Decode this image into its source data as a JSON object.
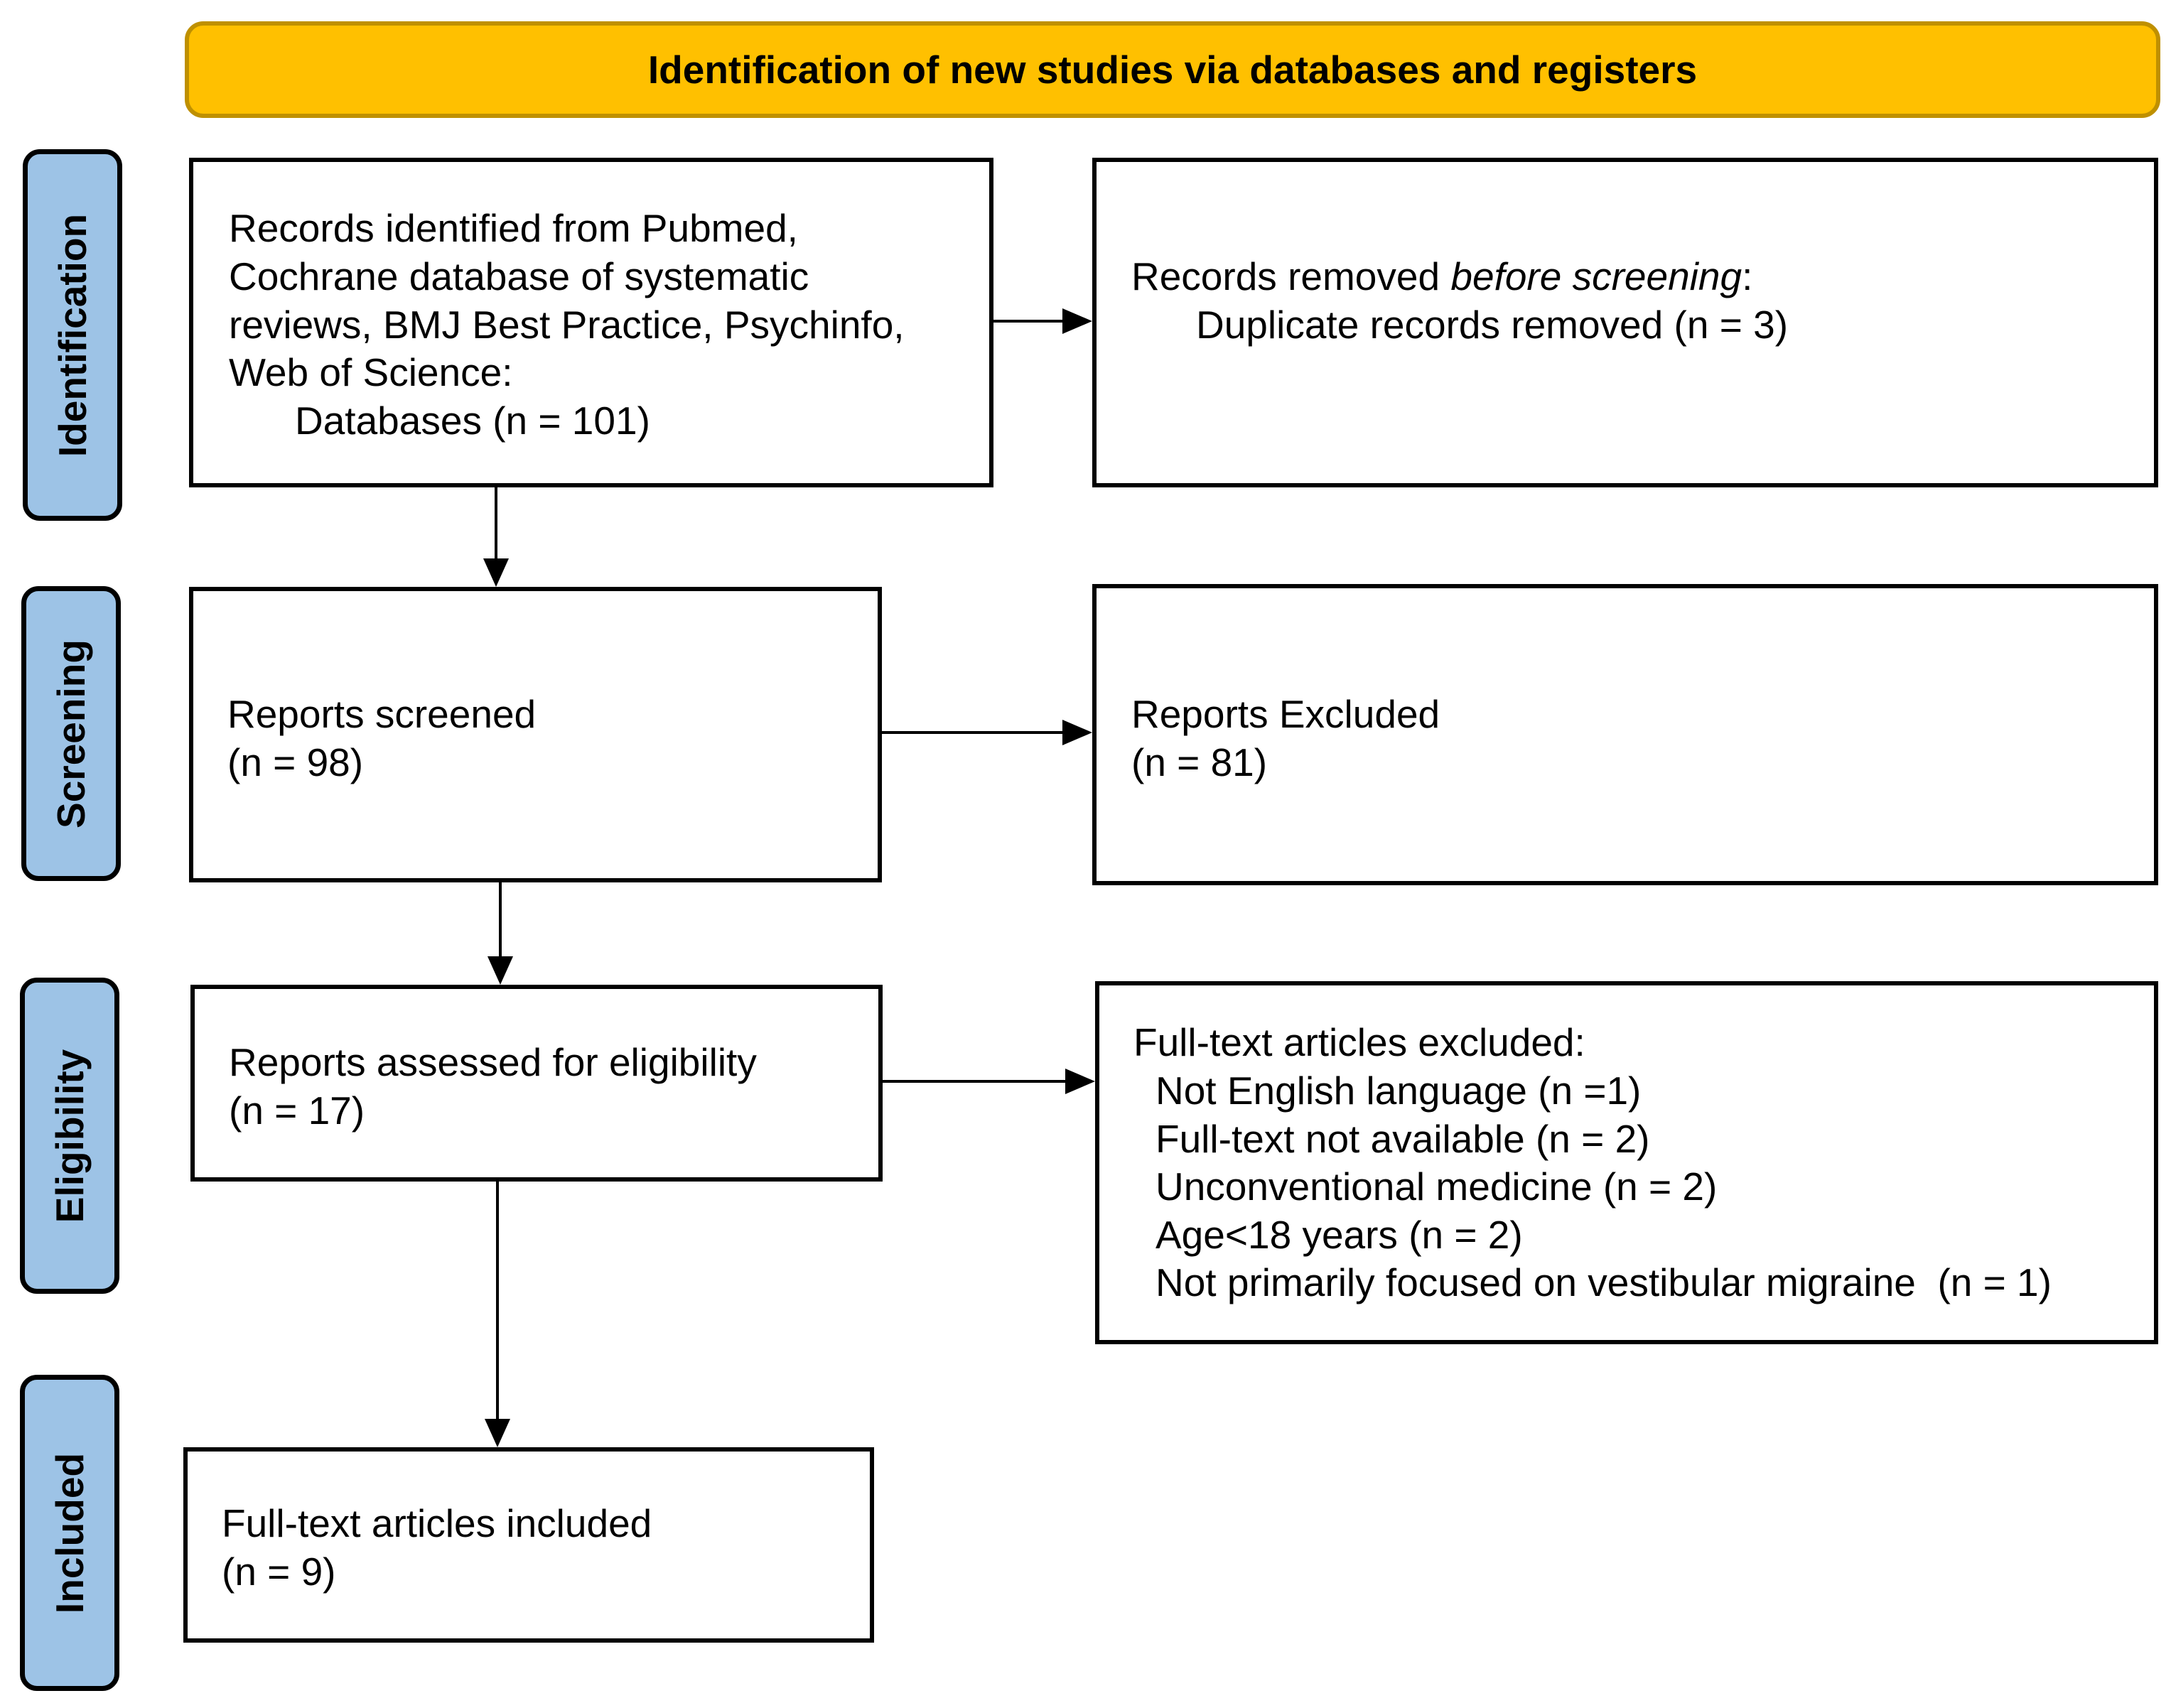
{
  "banner": {
    "title": "Identification of new studies via databases and registers"
  },
  "phases": {
    "identification": "Identification",
    "screening": "Screening",
    "eligibility": "Eligibility",
    "included": "Included"
  },
  "records_identified": {
    "line1": "Records identified from Pubmed,",
    "line2": "Cochrane database of systematic",
    "line3": "reviews, BMJ Best Practice, Psychinfo,",
    "line4": "Web of Science:",
    "line5": "Databases (n = 101)"
  },
  "records_removed": {
    "prefix": "Records removed ",
    "emphasis": "before screening",
    "suffix": ":",
    "line2": "Duplicate records removed (n = 3)"
  },
  "reports_screened": {
    "line1": "Reports screened",
    "line2": "(n = 98)"
  },
  "reports_excluded": {
    "line1": "Reports Excluded",
    "line2": "(n = 81)"
  },
  "reports_assessed": {
    "line1": "Reports assessed for eligibility",
    "line2": "(n = 17)"
  },
  "fulltext_excluded": {
    "heading": "Full-text articles excluded:",
    "reasons": [
      "Not English language (n =1)",
      "Full-text not available (n = 2)",
      "Unconventional medicine (n = 2)",
      "Age<18 years (n = 2)",
      "Not primarily focused on vestibular migraine  (n = 1)"
    ]
  },
  "fulltext_included": {
    "line1": "Full-text articles included",
    "line2": "(n = 9)"
  }
}
